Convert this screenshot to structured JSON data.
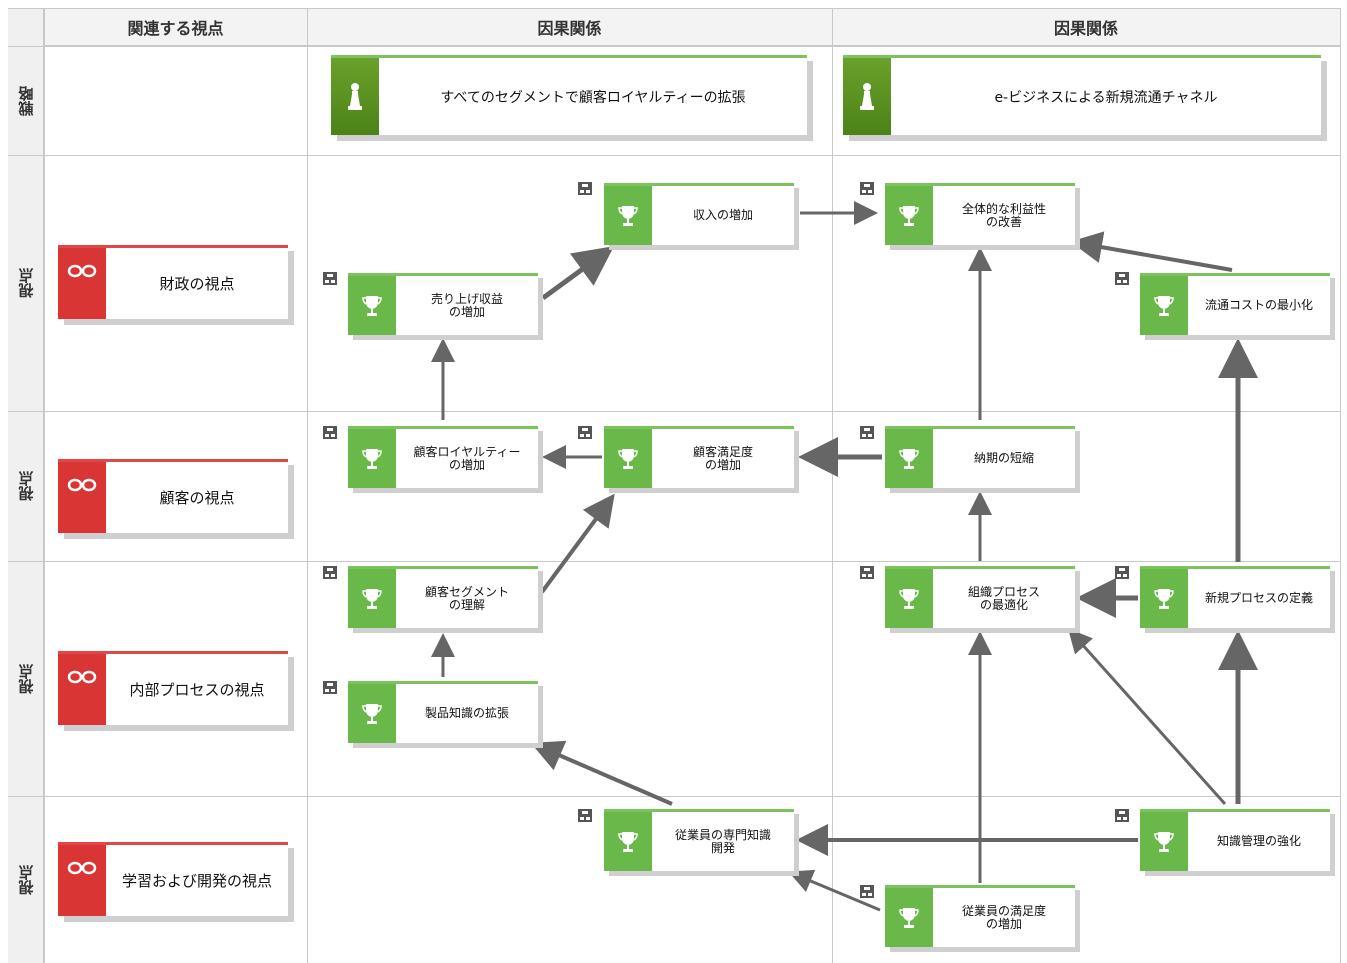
{
  "headers": {
    "related": "関連する視点",
    "causal1": "因果関係",
    "causal2": "因果関係"
  },
  "rows": {
    "strategy": "戦略",
    "financial": "視点",
    "customer": "視点",
    "internal": "視点",
    "learning": "視点"
  },
  "strategies": {
    "s1": "すべてのセグメントで顧客ロイヤルティーの拡張",
    "s2": "e-ビジネスによる新規流通チャネル"
  },
  "perspectives": {
    "financial": "財政の視点",
    "customer": "顧客の視点",
    "internal": "内部プロセスの視点",
    "learning": "学習および開発の視点"
  },
  "objectives": {
    "revenue_increase": "収入の増加",
    "profitability": "全体的な利益性\nの改善",
    "sales_increase": "売り上げ収益\nの増加",
    "distribution_cost": "流通コストの最小化",
    "loyalty_increase": "顧客ロイヤルティー\nの増加",
    "satisfaction_increase": "顧客満足度\nの増加",
    "delivery_shortening": "納期の短縮",
    "segment_understanding": "顧客セグメント\nの理解",
    "process_optimization": "組織プロセス\nの最適化",
    "new_process_definition": "新規プロセスの定義",
    "product_knowledge": "製品知識の拡張",
    "employee_expertise": "従業員の専門知識\n開発",
    "knowledge_management": "知識管理の強化",
    "employee_satisfaction": "従業員の満足度\nの増加"
  },
  "icons": {
    "strategy": "chess-pawn-icon",
    "perspective": "glasses-icon",
    "objective": "trophy-icon",
    "hierarchy": "hierarchy-icon"
  },
  "colors": {
    "green": "#6ab84a",
    "dark_green": "#4c8318",
    "red": "#d93535",
    "arrow": "#666666"
  }
}
